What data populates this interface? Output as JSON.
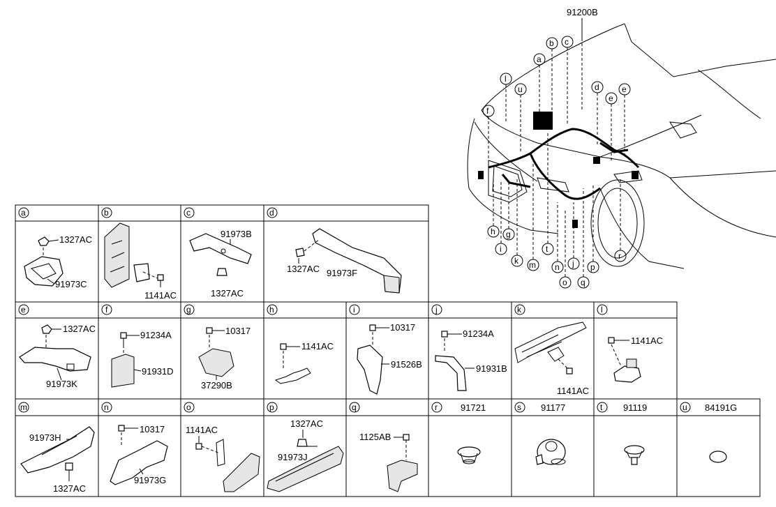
{
  "main_part_number": "91200B",
  "overview_callouts": [
    "b",
    "c",
    "a",
    "l",
    "u",
    "d",
    "e",
    "e",
    "f",
    "h",
    "g",
    "i",
    "k",
    "m",
    "t",
    "n",
    "o",
    "j",
    "q",
    "p",
    "r"
  ],
  "cells": {
    "a": {
      "letter": "a",
      "parts": [
        "1327AC",
        "91973C"
      ]
    },
    "b": {
      "letter": "b",
      "parts": [
        "1141AC"
      ]
    },
    "c": {
      "letter": "c",
      "parts": [
        "91973B",
        "1327AC"
      ]
    },
    "d": {
      "letter": "d",
      "parts": [
        "1327AC",
        "91973F"
      ]
    },
    "e": {
      "letter": "e",
      "parts": [
        "1327AC",
        "91973K"
      ]
    },
    "f": {
      "letter": "f",
      "parts": [
        "91234A",
        "91931D"
      ]
    },
    "g": {
      "letter": "g",
      "parts": [
        "10317",
        "37290B"
      ]
    },
    "h": {
      "letter": "h",
      "parts": [
        "1141AC"
      ]
    },
    "i": {
      "letter": "i",
      "parts": [
        "10317",
        "91526B"
      ]
    },
    "j": {
      "letter": "j",
      "parts": [
        "91234A",
        "91931B"
      ]
    },
    "k": {
      "letter": "k",
      "parts": [
        "1141AC"
      ]
    },
    "l": {
      "letter": "l",
      "parts": [
        "1141AC"
      ]
    },
    "m": {
      "letter": "m",
      "parts": [
        "91973H",
        "1327AC"
      ]
    },
    "n": {
      "letter": "n",
      "parts": [
        "10317",
        "91973G"
      ]
    },
    "o": {
      "letter": "o",
      "parts": [
        "1141AC"
      ]
    },
    "p": {
      "letter": "p",
      "parts": [
        "1327AC",
        "91973J"
      ]
    },
    "q": {
      "letter": "q",
      "parts": [
        "1125AB"
      ]
    },
    "r": {
      "letter": "r",
      "header_part": "91721"
    },
    "s": {
      "letter": "s",
      "header_part": "91177"
    },
    "t": {
      "letter": "t",
      "header_part": "91119"
    },
    "u": {
      "letter": "u",
      "header_part": "84191G"
    }
  }
}
